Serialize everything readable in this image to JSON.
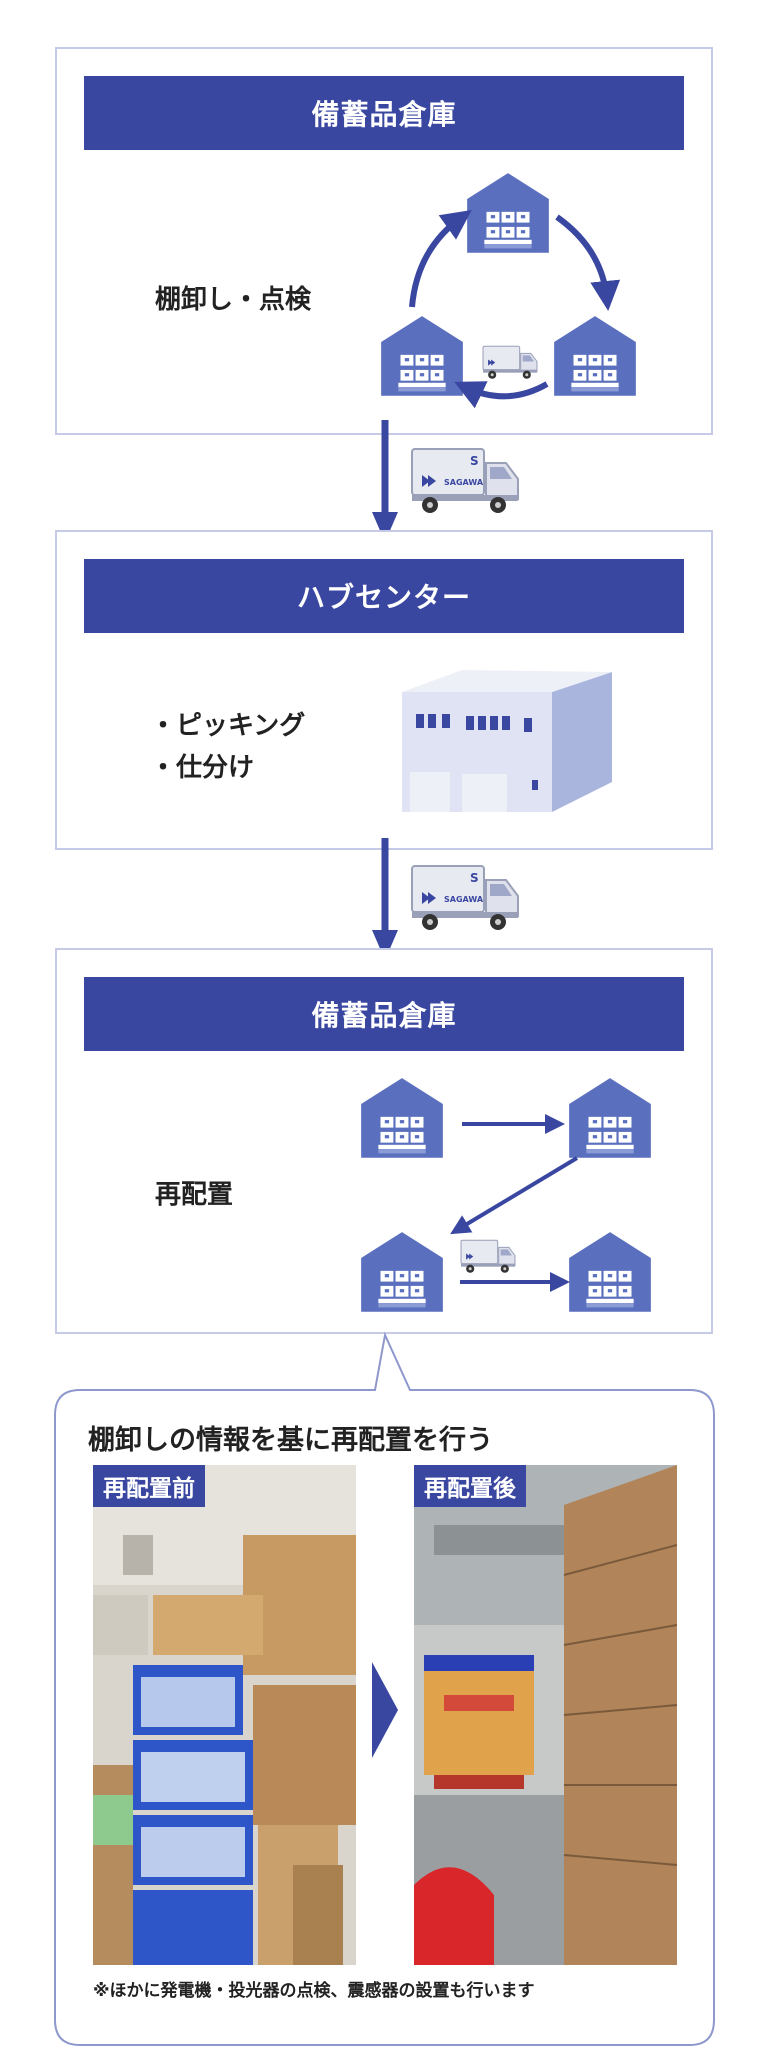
{
  "section1": {
    "title": "備蓄品倉庫",
    "label": "棚卸し・点検"
  },
  "section2": {
    "title": "ハブセンター",
    "items": [
      "・ピッキング",
      "・仕分け"
    ]
  },
  "section3": {
    "title": "備蓄品倉庫",
    "label": "再配置"
  },
  "truck_brand": "SAGAWA",
  "truck_logo": "S",
  "callout": {
    "title": "棚卸しの情報を基に再配置を行う",
    "before_label": "再配置前",
    "after_label": "再配置後",
    "note": "※ほかに発電機・投光器の点検、震感器の設置も行います"
  },
  "colors": {
    "navy": "#3a47a1",
    "border": "#c5cae6",
    "icon": "#5a6fbe"
  }
}
